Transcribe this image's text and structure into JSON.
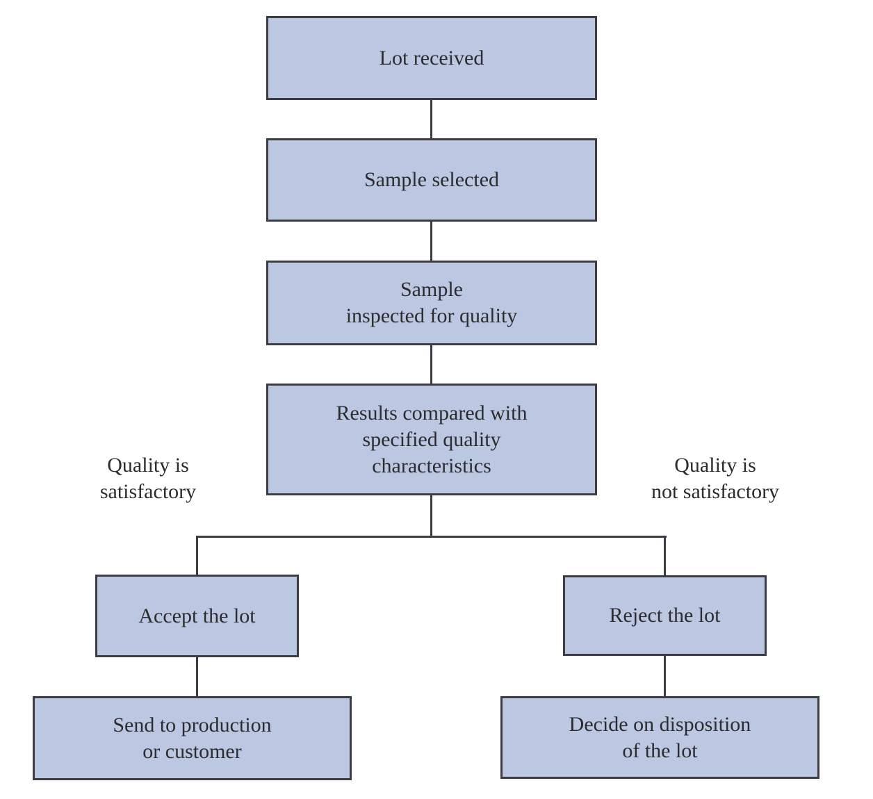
{
  "colors": {
    "box_fill": "#bcc7e2",
    "box_border": "#3c3d42",
    "connector": "#3c3d42",
    "text": "#2c2c30",
    "background": "#ffffff"
  },
  "nodes": {
    "lot_received": {
      "label": "Lot received"
    },
    "sample_selected": {
      "label": "Sample selected"
    },
    "sample_inspected": {
      "label": "Sample\ninspected for quality"
    },
    "results_compared": {
      "label": "Results compared with\nspecified quality\ncharacteristics"
    },
    "accept_lot": {
      "label": "Accept the lot"
    },
    "reject_lot": {
      "label": "Reject the lot"
    },
    "send_production": {
      "label": "Send to production\nor customer"
    },
    "decide_disposition": {
      "label": "Decide on disposition\nof the lot"
    }
  },
  "branch_labels": {
    "left": {
      "label": "Quality is\nsatisfactory"
    },
    "right": {
      "label": "Quality is\nnot satisfactory"
    }
  },
  "edges": [
    {
      "from": "lot_received",
      "to": "sample_selected"
    },
    {
      "from": "sample_selected",
      "to": "sample_inspected"
    },
    {
      "from": "sample_inspected",
      "to": "results_compared"
    },
    {
      "from": "results_compared",
      "to": "accept_lot",
      "condition": "Quality is satisfactory"
    },
    {
      "from": "results_compared",
      "to": "reject_lot",
      "condition": "Quality is not satisfactory"
    },
    {
      "from": "accept_lot",
      "to": "send_production"
    },
    {
      "from": "reject_lot",
      "to": "decide_disposition"
    }
  ]
}
